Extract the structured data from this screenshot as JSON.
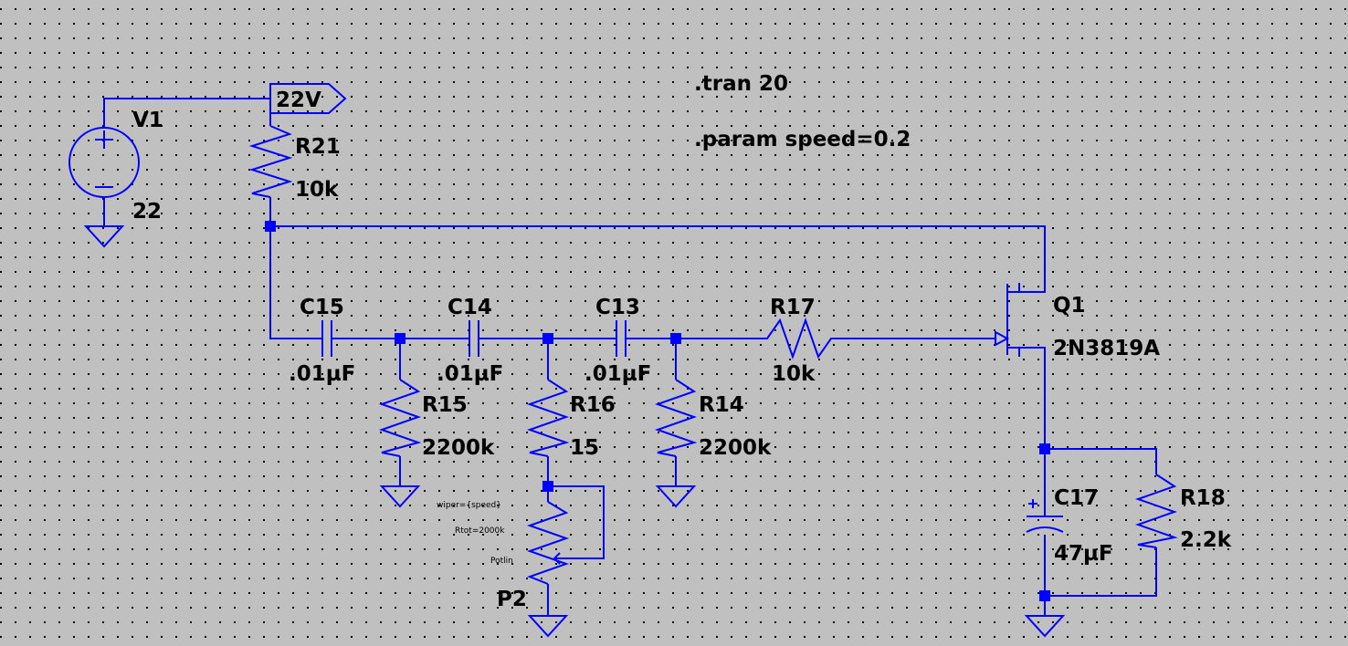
{
  "directives": {
    "tran": ".tran 20",
    "param": ".param speed=0.2"
  },
  "net_label": "22V",
  "components": {
    "V1": {
      "name": "V1",
      "value": "22"
    },
    "R21": {
      "name": "R21",
      "value": "10k"
    },
    "C15": {
      "name": "C15",
      "value": ".01µF"
    },
    "C14": {
      "name": "C14",
      "value": ".01µF"
    },
    "C13": {
      "name": "C13",
      "value": ".01µF"
    },
    "R15": {
      "name": "R15",
      "value": "2200k"
    },
    "R16": {
      "name": "R16",
      "value": "15"
    },
    "R14": {
      "name": "R14",
      "value": "2200k"
    },
    "R17": {
      "name": "R17",
      "value": "10k"
    },
    "Q1": {
      "name": "Q1",
      "value": "2N3819A"
    },
    "C17": {
      "name": "C17",
      "value": "47µF"
    },
    "R18": {
      "name": "R18",
      "value": "2.2k"
    },
    "P2": {
      "name": "P2",
      "wiper": "wiper={speed}",
      "rtot": "Rtot=2000k",
      "model": "Potlin"
    }
  },
  "colors": {
    "background": "#c0c0c0",
    "wire": "#0000ff",
    "grid_dot": "#000000",
    "text": "#000000"
  }
}
